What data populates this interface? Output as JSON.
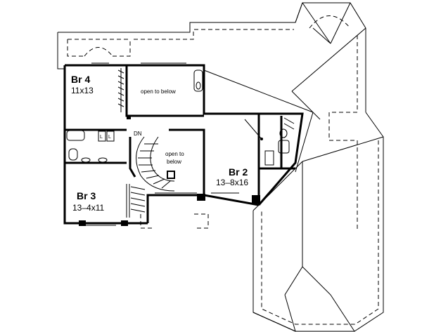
{
  "rooms": {
    "br4": {
      "name": "Br 4",
      "dims": "11x13"
    },
    "br3": {
      "name": "Br 3",
      "dims": "13–4x11"
    },
    "br2": {
      "name": "Br 2",
      "dims": "13–8x16"
    }
  },
  "open_to_below_1": "open to below",
  "open_to_below_2_line1": "open to",
  "open_to_below_2_line2": "below",
  "stair_label": "DN",
  "linen_1": "L",
  "linen_2": "L",
  "colors": {
    "ink": "#000000",
    "paper": "#ffffff"
  }
}
